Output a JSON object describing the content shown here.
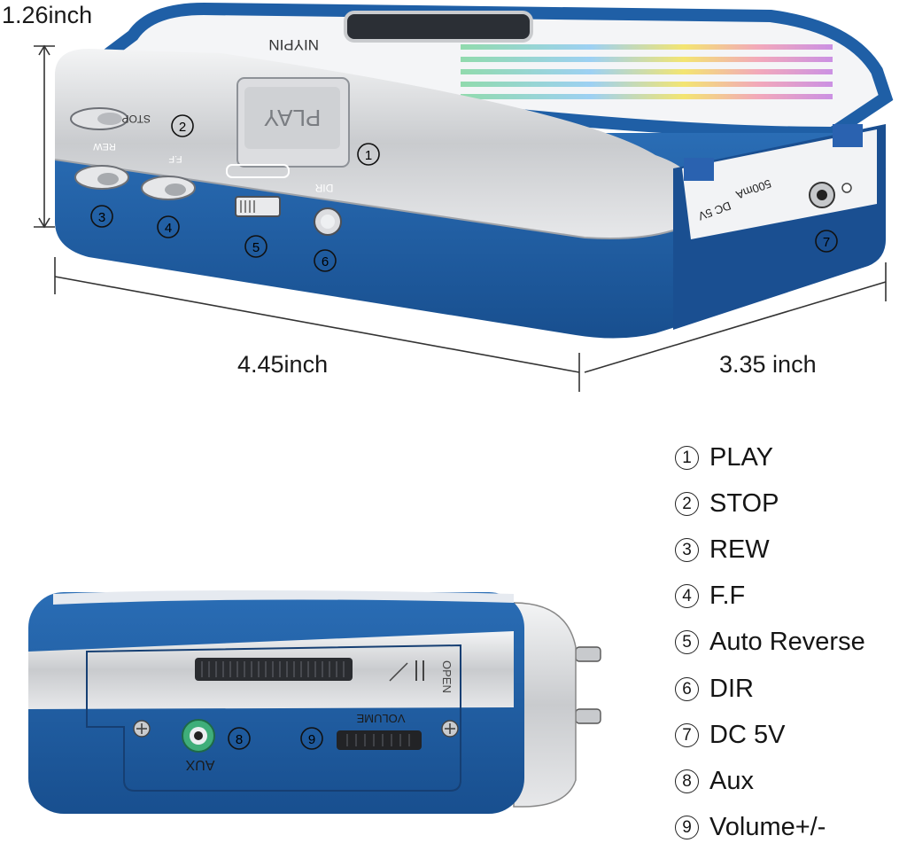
{
  "dimensions": {
    "height": "1.26inch",
    "length": "4.45inch",
    "width": "3.35 inch"
  },
  "device_top_view": {
    "brand": "NIYPIN",
    "play_label": "PLAY",
    "stop_label": "STOP",
    "rew_label": "REW",
    "ff_label": "F.F",
    "dir_label": "DIR",
    "dc_label": "DC 5V",
    "current_label": "500mA",
    "callouts": [
      "1",
      "2",
      "3",
      "4",
      "5",
      "6",
      "7"
    ]
  },
  "device_side_view": {
    "aux_label": "AUX",
    "volume_label": "VOLUME",
    "open_label": "OPEN",
    "callouts": [
      "8",
      "9"
    ]
  },
  "legend": [
    {
      "num": "1",
      "label": "PLAY"
    },
    {
      "num": "2",
      "label": "STOP"
    },
    {
      "num": "3",
      "label": "REW"
    },
    {
      "num": "4",
      "label": "F.F"
    },
    {
      "num": "5",
      "label": "Auto Reverse"
    },
    {
      "num": "6",
      "label": "DIR"
    },
    {
      "num": "7",
      "label": "DC 5V"
    },
    {
      "num": "8",
      "label": "Aux"
    },
    {
      "num": "9",
      "label": "Volume+/-"
    }
  ],
  "colors": {
    "body_blue": "#1f5fa6",
    "dark_blue": "#17467f",
    "silver": "#d9dadc",
    "aux_green": "#3fae7a"
  }
}
